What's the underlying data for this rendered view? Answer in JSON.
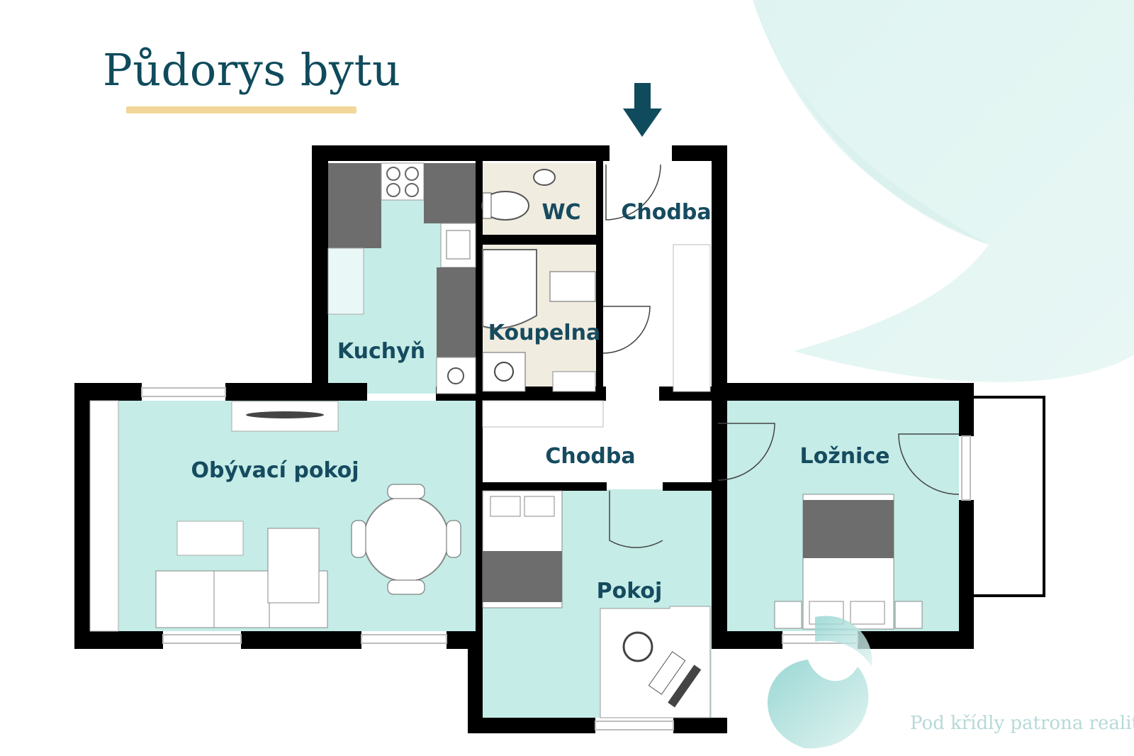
{
  "header": {
    "title": "Půdorys bytu"
  },
  "rooms": {
    "wc": "WC",
    "hallway_top": "Chodba",
    "kitchen": "Kuchyň",
    "bathroom": "Koupelna",
    "living_room": "Obývací pokoj",
    "hallway_middle": "Chodba",
    "bedroom": "Ložnice",
    "room": "Pokoj"
  },
  "footer": {
    "watermark": "Pod křídly patrona realit"
  },
  "colors": {
    "title": "#0f4b5c",
    "underline": "#f2d79b",
    "room_fill": "#c5ece7",
    "wet_room_fill": "#f1ece0",
    "wall": "#000000",
    "furniture_dark": "#6d6d6d",
    "label": "#164b5f"
  }
}
